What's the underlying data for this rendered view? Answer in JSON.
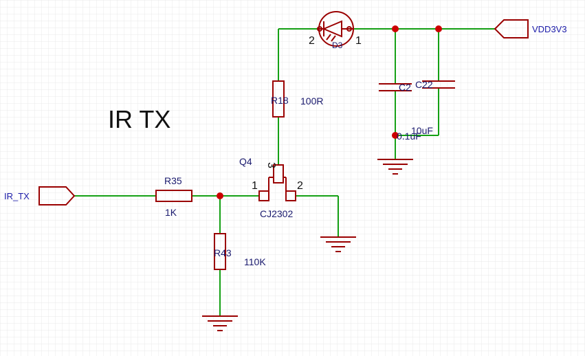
{
  "title": "IR TX",
  "net_labels": {
    "input": "IR_TX",
    "supply": "VDD3V3"
  },
  "components": {
    "r35": {
      "ref": "R35",
      "value": "1K"
    },
    "r43": {
      "ref": "R43",
      "value": "110K"
    },
    "r18": {
      "ref": "R18",
      "value": "100R"
    },
    "q4": {
      "ref": "Q4",
      "part": "CJ2302",
      "pin1": "1",
      "pin2": "2",
      "pin3": "3"
    },
    "d3": {
      "ref": "D3",
      "pin_anode": "2",
      "pin_cathode": "1"
    },
    "c2": {
      "ref": "C2",
      "value": "0.1uF"
    },
    "c22": {
      "ref": "C22",
      "value": "10uF"
    }
  },
  "colors": {
    "wire": "#14a014",
    "symbol": "#9a0000",
    "junction": "#cc0000",
    "grid": "#e8e8e8",
    "label": "#1a1aa8"
  }
}
